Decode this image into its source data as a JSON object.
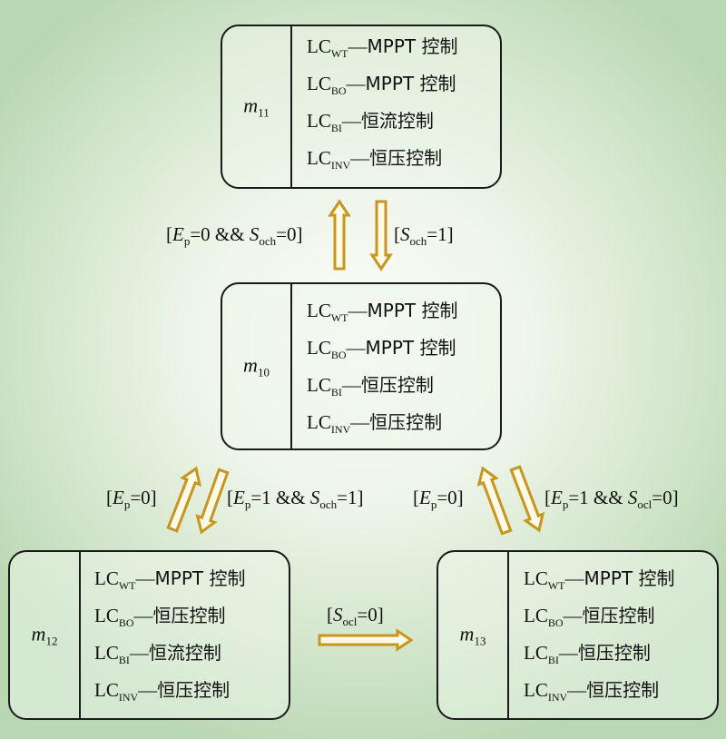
{
  "colors": {
    "arrow_stroke": "#c8961e",
    "arrow_fill": "#fffbe8",
    "box_border": "#1a1a1a"
  },
  "boxes": {
    "m11": {
      "mode_var": "m",
      "mode_sub": "11",
      "rows": [
        {
          "lc": "LC",
          "sub": "WT",
          "dash": "—",
          "ctl": "MPPT 控制"
        },
        {
          "lc": "LC",
          "sub": "BO",
          "dash": "—",
          "ctl": "MPPT 控制"
        },
        {
          "lc": "LC",
          "sub": "BI",
          "dash": "—",
          "ctl": "恒流控制"
        },
        {
          "lc": "LC",
          "sub": "INV",
          "dash": "—",
          "ctl": "恒压控制"
        }
      ]
    },
    "m10": {
      "mode_var": "m",
      "mode_sub": "10",
      "rows": [
        {
          "lc": "LC",
          "sub": "WT",
          "dash": "—",
          "ctl": "MPPT 控制"
        },
        {
          "lc": "LC",
          "sub": "BO",
          "dash": "—",
          "ctl": "MPPT 控制"
        },
        {
          "lc": "LC",
          "sub": "BI",
          "dash": "—",
          "ctl": "恒压控制"
        },
        {
          "lc": "LC",
          "sub": "INV",
          "dash": "—",
          "ctl": "恒压控制"
        }
      ]
    },
    "m12": {
      "mode_var": "m",
      "mode_sub": "12",
      "rows": [
        {
          "lc": "LC",
          "sub": "WT",
          "dash": "—",
          "ctl": "MPPT 控制"
        },
        {
          "lc": "LC",
          "sub": "BO",
          "dash": "—",
          "ctl": "恒压控制"
        },
        {
          "lc": "LC",
          "sub": "BI",
          "dash": "—",
          "ctl": "恒流控制"
        },
        {
          "lc": "LC",
          "sub": "INV",
          "dash": "—",
          "ctl": "恒压控制"
        }
      ]
    },
    "m13": {
      "mode_var": "m",
      "mode_sub": "13",
      "rows": [
        {
          "lc": "LC",
          "sub": "WT",
          "dash": "—",
          "ctl": "MPPT 控制"
        },
        {
          "lc": "LC",
          "sub": "BO",
          "dash": "—",
          "ctl": "恒压控制"
        },
        {
          "lc": "LC",
          "sub": "BI",
          "dash": "—",
          "ctl": "恒压控制"
        },
        {
          "lc": "LC",
          "sub": "INV",
          "dash": "—",
          "ctl": "恒压控制"
        }
      ]
    }
  },
  "labels": {
    "m10_to_m11": {
      "open": "[",
      "v1": "E",
      "s1": "p",
      "t1": "=0 && ",
      "v2": "S",
      "s2": "och",
      "t2": "=0]"
    },
    "m11_to_m10": {
      "open": "[",
      "v1": "S",
      "s1": "och",
      "t1": "=1]"
    },
    "m12_to_m10": {
      "open": "[",
      "v1": "E",
      "s1": "p",
      "t1": "=0]"
    },
    "m10_to_m12": {
      "open": "[",
      "v1": "E",
      "s1": "p",
      "t1": "=1 && ",
      "v2": "S",
      "s2": "och",
      "t2": "=1]"
    },
    "m13_to_m10": {
      "open": "[",
      "v1": "E",
      "s1": "p",
      "t1": "=0]"
    },
    "m10_to_m13": {
      "open": "[",
      "v1": "E",
      "s1": "p",
      "t1": "=1 && ",
      "v2": "S",
      "s2": "ocl",
      "t2": "=0]"
    },
    "m12_to_m13": {
      "open": "[",
      "v1": "S",
      "s1": "ocl",
      "t1": "=0]"
    }
  }
}
